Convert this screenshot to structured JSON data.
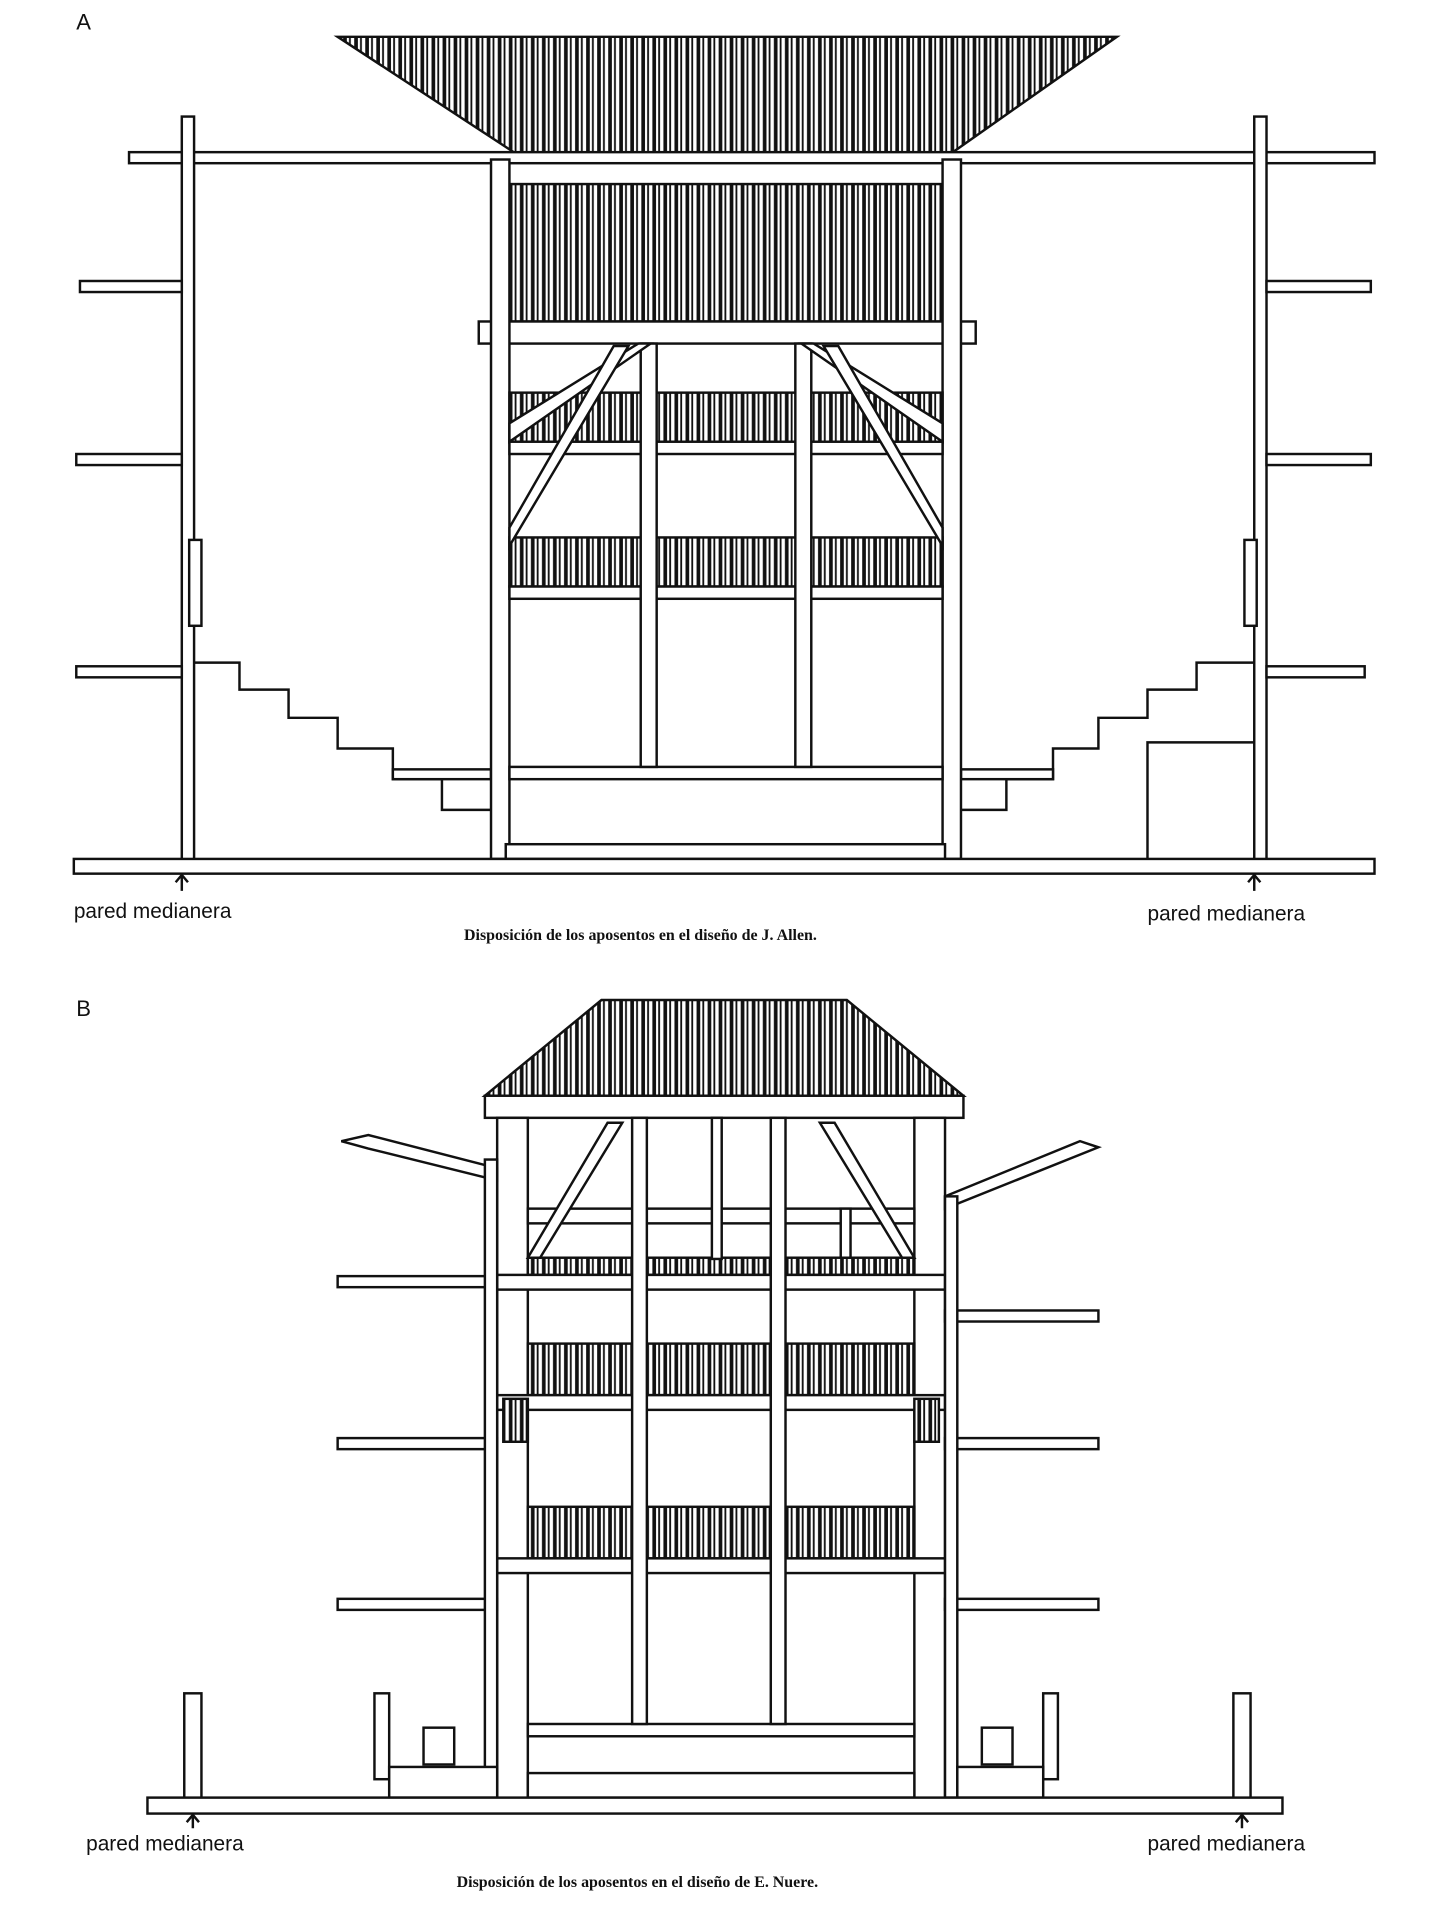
{
  "panels": [
    {
      "label": "A",
      "left_wall_label": "pared medianera",
      "right_wall_label": "pared medianera",
      "caption": "Disposición de los aposentos en el diseño de J. Allen."
    },
    {
      "label": "B",
      "left_wall_label": "pared medianera",
      "right_wall_label": "pared medianera",
      "caption": "Disposición de los aposentos en el diseño de E. Nuere."
    }
  ]
}
